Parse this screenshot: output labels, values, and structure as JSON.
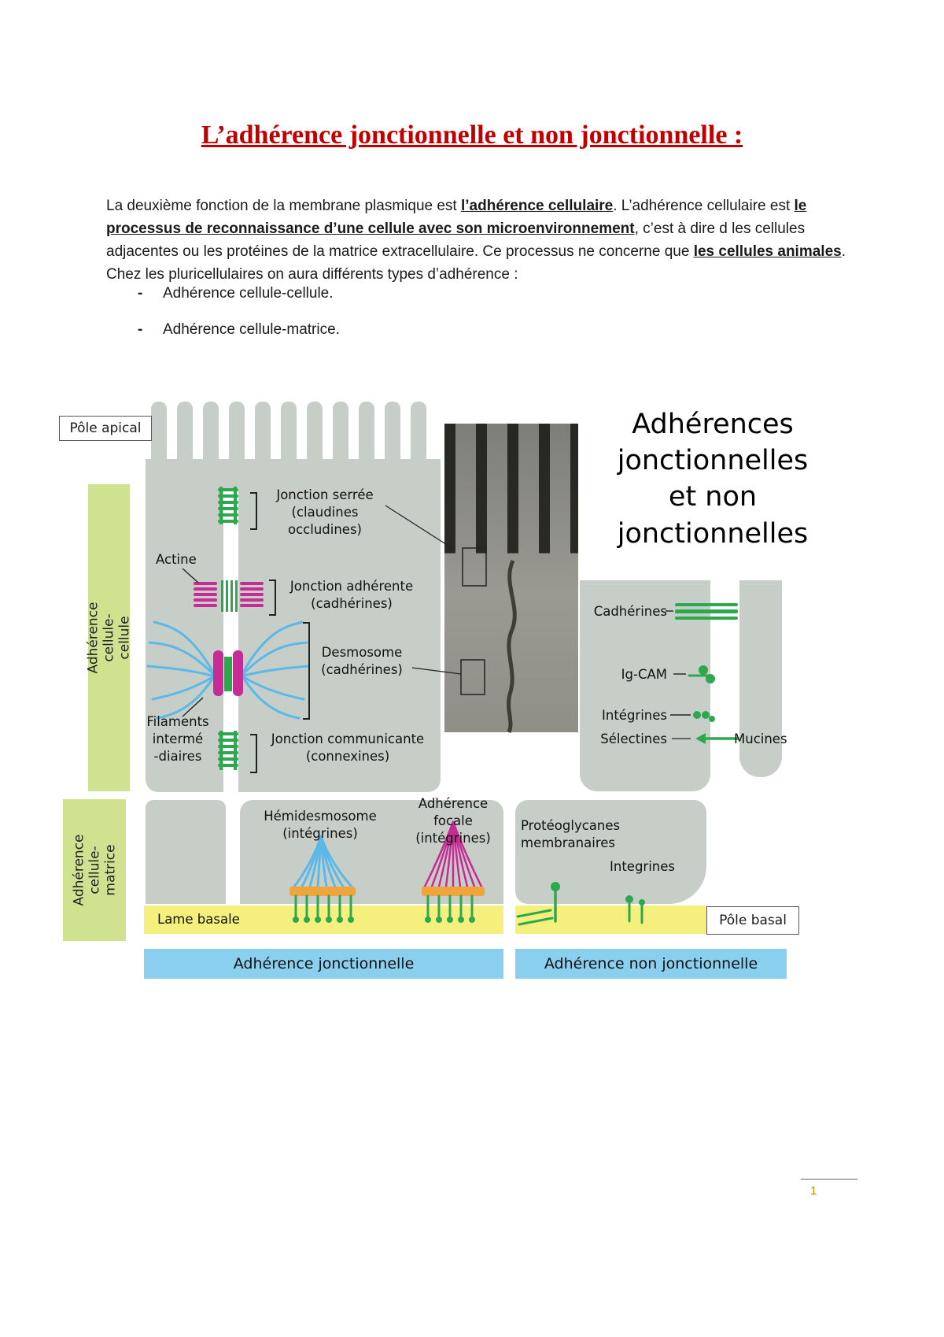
{
  "title": "L’adhérence jonctionnelle et non jonctionnelle :",
  "intro": {
    "t1": "La deuxième fonction de la membrane plasmique est ",
    "b1": "l’adhérence cellulaire",
    "t2": ". L’adhérence cellulaire est ",
    "b2": "le processus de reconnaissance d’une cellule avec son microenvironnement",
    "t3": ", c’est à dire d les cellules adjacentes ou les protéines de la matrice extracellulaire. Ce processus ne concerne que ",
    "b3": "les cellules animales",
    "t4": ". Chez les pluricellulaires on aura différents types d’adhérence :"
  },
  "bullets": {
    "marker": "-",
    "items": [
      "Adhérence cellule-cellule.",
      "Adhérence cellule-matrice."
    ]
  },
  "diagram": {
    "pole_apical": "Pôle apical",
    "pole_basal": "Pôle basal",
    "side_cell_cell": "Adhérence cellule-cellule",
    "side_cell_matrix": "Adhérence\ncellule-matrice",
    "right_title": "Adhérences\njonctionnelles\net non\njonctionnelles",
    "labels": {
      "jonction_serree": "Jonction serrée\n(claudines\noccludines)",
      "actine": "Actine",
      "jonction_adherente": "Jonction adhérente\n(cadhérines)",
      "desmosome": "Desmosome\n(cadhérines)",
      "filaments": "Filaments\nintermé\n-diaires",
      "jonction_communicante": "Jonction communicante\n(connexines)",
      "cadherines": "Cadhérines",
      "ig_cam": "Ig-CAM",
      "integrines": "Intégrines",
      "selectines": "Sélectines",
      "mucines": "Mucines",
      "hemidesmosome": "Hémidesmosome\n(intégrines)",
      "adherence_focale": "Adhérence\nfocale\n(intégrines)",
      "proteoglycanes": "Protéoglycanes\nmembranaires",
      "integrines_basal": "Integrines",
      "lame_basale": "Lame basale"
    },
    "bottom_bars": {
      "jonctionnelle": "Adhérence jonctionnelle",
      "non_jonctionnelle": "Adhérence non jonctionnelle"
    }
  },
  "footer": {
    "page_number": "1"
  },
  "colors": {
    "title_red": "#c00000",
    "green_bar": "#cfe290",
    "cell_grey": "#c7cec7",
    "yellow": "#f5f07e",
    "blue_bar": "#8ad0ee",
    "junction_green": "#2ea84f",
    "magenta": "#c62b96",
    "cyan": "#5ab9e8",
    "orange": "#f0a43c",
    "page_number": "#bf8f00"
  }
}
